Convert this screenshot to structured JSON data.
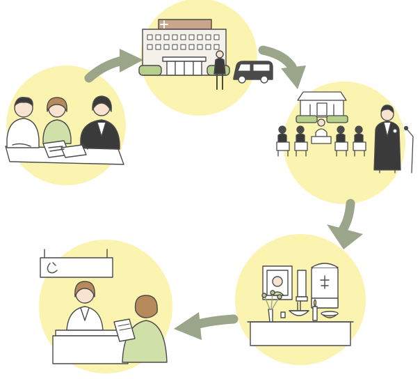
{
  "diagram": {
    "type": "cycle",
    "stages": [
      {
        "id": "consultation",
        "icon": "family-consultation-icon"
      },
      {
        "id": "hospital-transport",
        "icon": "hospital-hearse-icon"
      },
      {
        "id": "funeral-ceremony",
        "icon": "funeral-altar-icon"
      },
      {
        "id": "memorial-altar",
        "icon": "home-altar-icon"
      },
      {
        "id": "reception-procedures",
        "icon": "reception-desk-icon"
      }
    ],
    "flow": [
      "consultation",
      "hospital-transport",
      "funeral-ceremony",
      "memorial-altar",
      "reception-procedures"
    ]
  },
  "colors": {
    "circle_fill": "#fbf3b0",
    "arrow": "#9aa58a",
    "line": "#4a4a4a",
    "green_shirt": "#cfe0a8",
    "dark_suit": "#3a3a3a",
    "hair_brown": "#b78a5b",
    "skin": "#f7e3d0",
    "building": "#f3f1ea",
    "hospital_sign": "#c9a58a",
    "hedge": "#b7cf8c",
    "van": "#4b4b4b"
  }
}
